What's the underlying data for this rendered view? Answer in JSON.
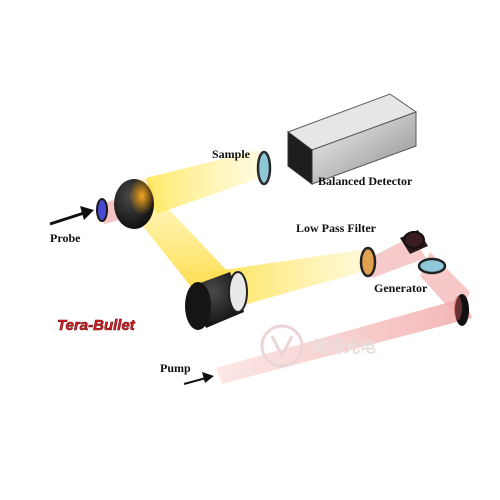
{
  "labels": {
    "sample": "Sample",
    "balanced_detector": "Balanced Detector",
    "probe": "Probe",
    "low_pass_filter": "Low Pass Filter",
    "generator": "Generator",
    "pump": "Pump"
  },
  "logo": {
    "text": "Tera-Bullet",
    "color": "#d8232a"
  },
  "watermark": {
    "text": "屹持光电"
  },
  "colors": {
    "thz_beam": "#ffe45a",
    "pump_beam": "#f4b8b8",
    "mirror": "#1b1b1b",
    "detector": "#9a9a9a",
    "filter_lens": "#e0a050",
    "optic_blue": "#8ec8d8",
    "probe_lens": "#4a4ad0"
  }
}
